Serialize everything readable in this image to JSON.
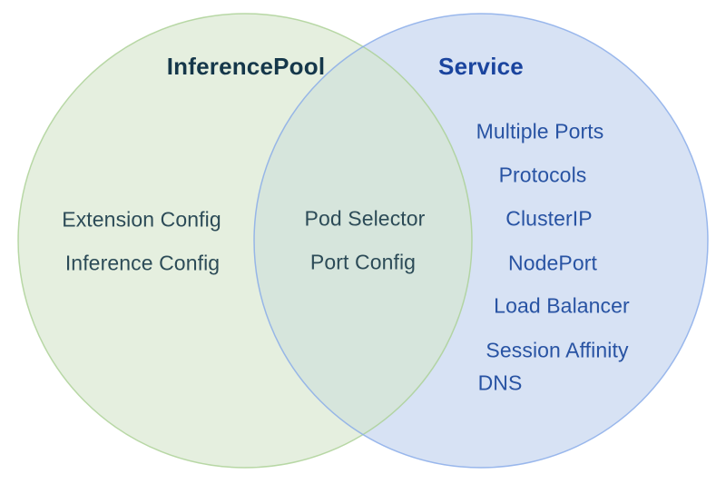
{
  "page": {
    "background": "#ffffff"
  },
  "venn": {
    "left": {
      "label": "InferencePool",
      "fill": "#e5efdf",
      "stroke": "#a9cf92",
      "label_color": "#15374a",
      "item_color": "#2c4b57",
      "items": [
        "Extension Config",
        "Inference Config"
      ]
    },
    "right": {
      "label": "Service",
      "fill": "#d7e2f4",
      "stroke": "#85a9e8",
      "label_color": "#1a449e",
      "item_color": "#2853a3",
      "items": [
        "Multiple Ports",
        "Protocols",
        "ClusterIP",
        "NodePort",
        "Load Balancer",
        "Session Affinity",
        "DNS"
      ]
    },
    "overlap": {
      "fill": "#d6e5dc",
      "item_color": "#2c4b57",
      "items": [
        "Pod Selector",
        "Port Config"
      ]
    }
  }
}
